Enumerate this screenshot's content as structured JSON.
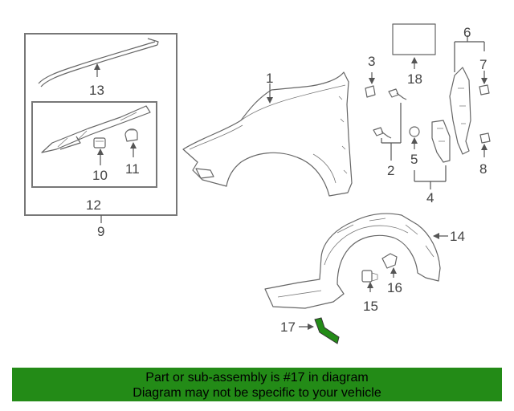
{
  "diagram": {
    "callouts": {
      "c1": "1",
      "c2": "2",
      "c3": "3",
      "c4": "4",
      "c5": "5",
      "c6": "6",
      "c7": "7",
      "c8": "8",
      "c9": "9",
      "c10": "10",
      "c11": "11",
      "c12": "12",
      "c13": "13",
      "c14": "14",
      "c15": "15",
      "c16": "16",
      "c17": "17",
      "c18": "18"
    },
    "highlighted_part": "17",
    "highlight_color": "#238b17"
  },
  "banner": {
    "line1": "Part or sub-assembly is #17 in diagram",
    "line2": "Diagram may not be specific to your vehicle",
    "background": "#238b17"
  }
}
